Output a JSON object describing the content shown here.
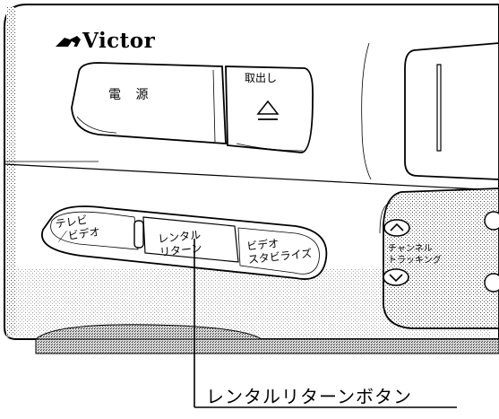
{
  "brand": {
    "logo_text": "Victor"
  },
  "top_buttons": {
    "power_label": "電 源",
    "eject_label": "取出し"
  },
  "bottom_buttons": {
    "tv_video_label": "テレビ\n／ビデオ",
    "rental_return_label": "レンタル\nリターン",
    "video_stabilizer_label": "ビデオ\nスタビライズ"
  },
  "channel_control": {
    "label": "チャンネル\nトラッキング"
  },
  "callout": {
    "label": "レンタルリターンボタン"
  }
}
